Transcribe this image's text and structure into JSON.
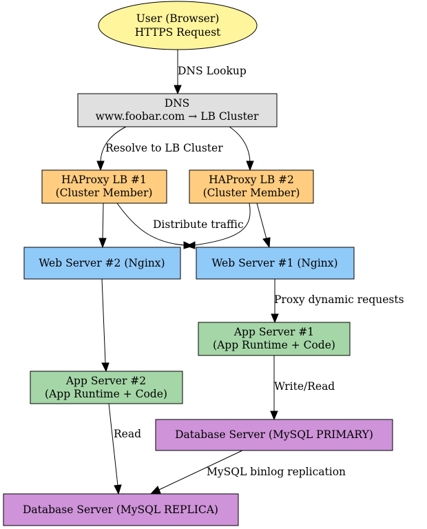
{
  "colors": {
    "user": "#fff59d",
    "dns": "#e0e0e0",
    "load_balancer": "#ffcc80",
    "web_server": "#90caf9",
    "app_server": "#a5d6a7",
    "database": "#ce93d8"
  },
  "nodes": {
    "user": {
      "line1": "User (Browser)",
      "line2": "HTTPS Request"
    },
    "dns": {
      "line1": "DNS",
      "line2": "www.foobar.com → LB Cluster"
    },
    "lb1": {
      "line1": "HAProxy LB #1",
      "line2": "(Cluster Member)"
    },
    "lb2": {
      "line1": "HAProxy LB #2",
      "line2": "(Cluster Member)"
    },
    "web2": {
      "line1": "Web Server #2 (Nginx)"
    },
    "web1": {
      "line1": "Web Server #1 (Nginx)"
    },
    "app1": {
      "line1": "App Server #1",
      "line2": "(App Runtime + Code)"
    },
    "app2": {
      "line1": "App Server #2",
      "line2": "(App Runtime + Code)"
    },
    "db_primary": {
      "line1": "Database Server (MySQL PRIMARY)"
    },
    "db_replica": {
      "line1": "Database Server (MySQL REPLICA)"
    }
  },
  "edges": {
    "dns_lookup": "DNS Lookup",
    "resolve_to_lb": "Resolve to LB Cluster",
    "distribute_traffic": "Distribute traffic",
    "proxy_dynamic": "Proxy dynamic requests",
    "write_read": "Write/Read",
    "read": "Read",
    "binlog_replication": "MySQL binlog replication"
  }
}
